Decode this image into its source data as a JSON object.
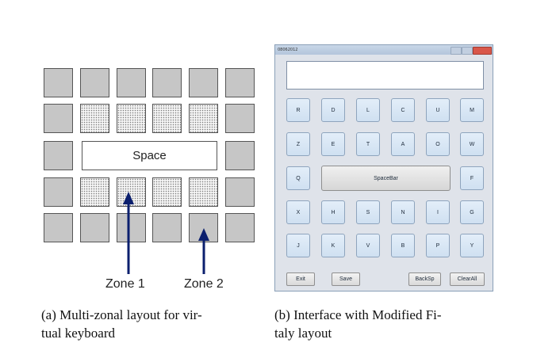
{
  "figure_a": {
    "space_label": "Space",
    "zone1_label": "Zone 1",
    "zone2_label": "Zone 2",
    "caption_line1": "(a) Multi-zonal layout for vir-",
    "caption_line2": "tual keyboard",
    "key_rows": [
      [
        "gray",
        "gray",
        "gray",
        "gray",
        "gray",
        "gray"
      ],
      [
        "gray",
        "dotted",
        "dotted",
        "dotted",
        "dotted",
        "gray"
      ],
      [
        "gray",
        "space",
        "space",
        "space",
        "space",
        "gray"
      ],
      [
        "gray",
        "dotted",
        "dotted",
        "dotted",
        "dotted",
        "gray"
      ],
      [
        "gray",
        "gray",
        "gray",
        "gray",
        "gray",
        "gray"
      ]
    ],
    "colors": {
      "outer_key": "#c6c6c6",
      "arrow": "#0b1f6e"
    }
  },
  "figure_b": {
    "window_title": "08062012",
    "caption_line1": "(b) Interface with Modified Fi-",
    "caption_line2": "taly layout",
    "rows": [
      [
        "R",
        "D",
        "L",
        "C",
        "U",
        "M"
      ],
      [
        "Z",
        "E",
        "T",
        "A",
        "O",
        "W"
      ],
      [
        "Q",
        "SpaceBar",
        "F"
      ],
      [
        "X",
        "H",
        "S",
        "N",
        "I",
        "G"
      ],
      [
        "J",
        "K",
        "V",
        "B",
        "P",
        "Y"
      ]
    ],
    "buttons": {
      "exit": "Exit",
      "save": "Save",
      "backsp": "BackSp",
      "clearall": "ClearAll"
    }
  }
}
